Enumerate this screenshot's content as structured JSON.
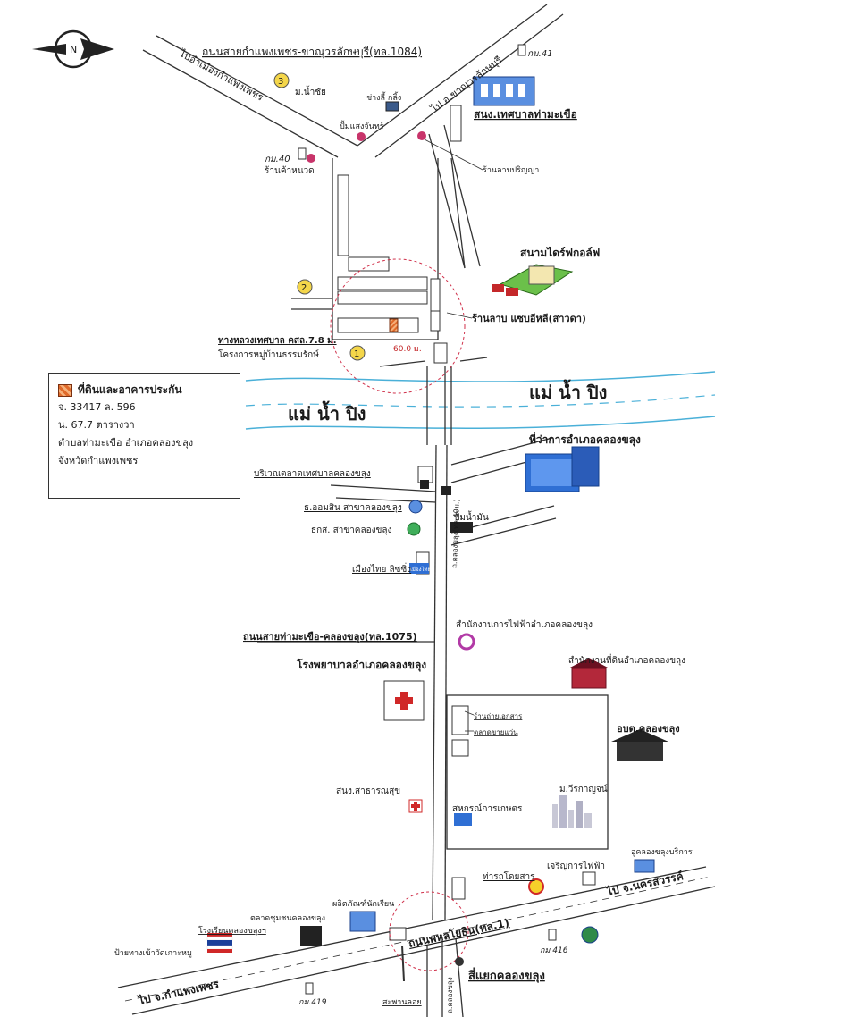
{
  "roads": {
    "kp_chanuwat": "ถนนสายกำแพงเพชร-ขาณุวรลักษบุรี(ทล.1084)",
    "to_kamphaeng_city": "ไปอำเมืองกำแพงเพชร",
    "to_khanu": "ไป อ.ขาณุวรลักษบุรี",
    "tha_makhuea_khlong_khlung": "ถนนสายท่ามะเขือ-คลองขลุง(ทล.1075)",
    "phahon_yothin": "ถนนพหลโยธิน(ทล.1)",
    "to_kamphaeng_phet": "ไป จ.กำแพงเพชร",
    "to_nakhon_sawan": "ไป จ.นครสวรรค์",
    "khlong_khlung_road": "ถ.คลองขลุง(ทล.40ม.)",
    "municipal_road": "ทางหลวงเทศบาล คสล.7.8 ม.",
    "bottom_road_stub": "ถ.คลองขลุง"
  },
  "river": {
    "name_left": "แม่ น้ำ ปิง",
    "name_right": "แม่ น้ำ ปิง"
  },
  "markers": {
    "km40": "กม.40",
    "km41": "กม.41",
    "km416": "กม.416",
    "km419": "กม.419",
    "num1": "1",
    "num2": "2",
    "num3": "3"
  },
  "distance": "60.0 ม.",
  "places": {
    "m_nam_chai": "ม.น้ำชัย",
    "chang_lee_kling": "ช่างลี้ กลิ้ง",
    "pun_laeng_chan": "ปั้มแสงจันทร์",
    "ran_kha_huat": "ร้านค้าหนวด",
    "municipality_office": "สนง.เทศบาลท่ามะเขือ",
    "ran_lap_prinya": "ร้านลาบปริญญา",
    "golf": "สนามไดร์ฟกอล์ฟ",
    "ran_lap_saeb": "ร้านลาบ แซบอีหลี(สาวดา)",
    "village_project": "โครงการหมู่บ้านธรรมรักษ์",
    "district_office": "ที่ว่าการอำเภอคลองขลุง",
    "municipal_market": "บริเวณตลาดเทศบาลคลองขลุง",
    "bank_omsin": "ธ.ออมสิน สาขาคลองขลุง",
    "baac": "ธกส. สาขาคลองขลุง",
    "muang_thai": "เมืองไทย ลิซซิ่ง",
    "muang_thai_logo": "เมืองไทย",
    "gas_station": "ปั้มน้ำมัน",
    "pea": "สำนักงานการไฟฟ้าอำเภอคลองขลุง",
    "land_office": "สำนักงานที่ดินอำเภอคลองขลุง",
    "hospital": "โรงพยาบาลอำเภอคลองขลุง",
    "photo_shop": "ร้านถ่ายเอกสาร",
    "appliance_shop": "ตลาดขายแว่น",
    "sao_khlong_khlung": "อบต.คลองขลุง",
    "health_office": "สนง.สาธารณสุข",
    "coop": "สหกรณ์การเกษตร",
    "m_weerakan": "ม.วีรกาญจน์",
    "service_center": "อู่คลองขลุงบริการ",
    "bus_station": "ท่ารถโดยสาร",
    "charoen_electric": "เจริญการไฟฟ้า",
    "community_market": "ตลาดชุมชนคลองขลุง",
    "students_product": "ผลิตภัณฑ์นักเรียน",
    "school": "โรงเรียนคลองขลุงฯ",
    "temple_sign": "ป้ายทางเข้าวัดเกาะหมู",
    "bridge": "สะพานลอย",
    "junction": "สี่แยกคลองขลุง"
  },
  "legend": {
    "title": "ที่ดินและอาคารประกัน",
    "deed": "จ.  33417   ล.  596",
    "area": "น.  67.7 ตารางวา",
    "location": "ตำบลท่ามะเขือ   อำเภอคลองขลุง",
    "province": "จังหวัดกำแพงเพชร"
  },
  "colors": {
    "river": "#4ab0d8",
    "subject": "#e06a2a",
    "ink": "#1a1a1a",
    "marker_fill": "#f4d64a",
    "circle": "#d0304a",
    "building_blue": "#2f6fd4"
  },
  "icons": {
    "north_arrow": "north-arrow-icon",
    "km_post": "km-post-icon",
    "golf": "golf-course-icon",
    "hospital": "hospital-icon",
    "bank": "bank-icon",
    "gas": "gas-station-icon",
    "shell": "shell-logo-icon",
    "flag": "thai-flag-icon"
  }
}
